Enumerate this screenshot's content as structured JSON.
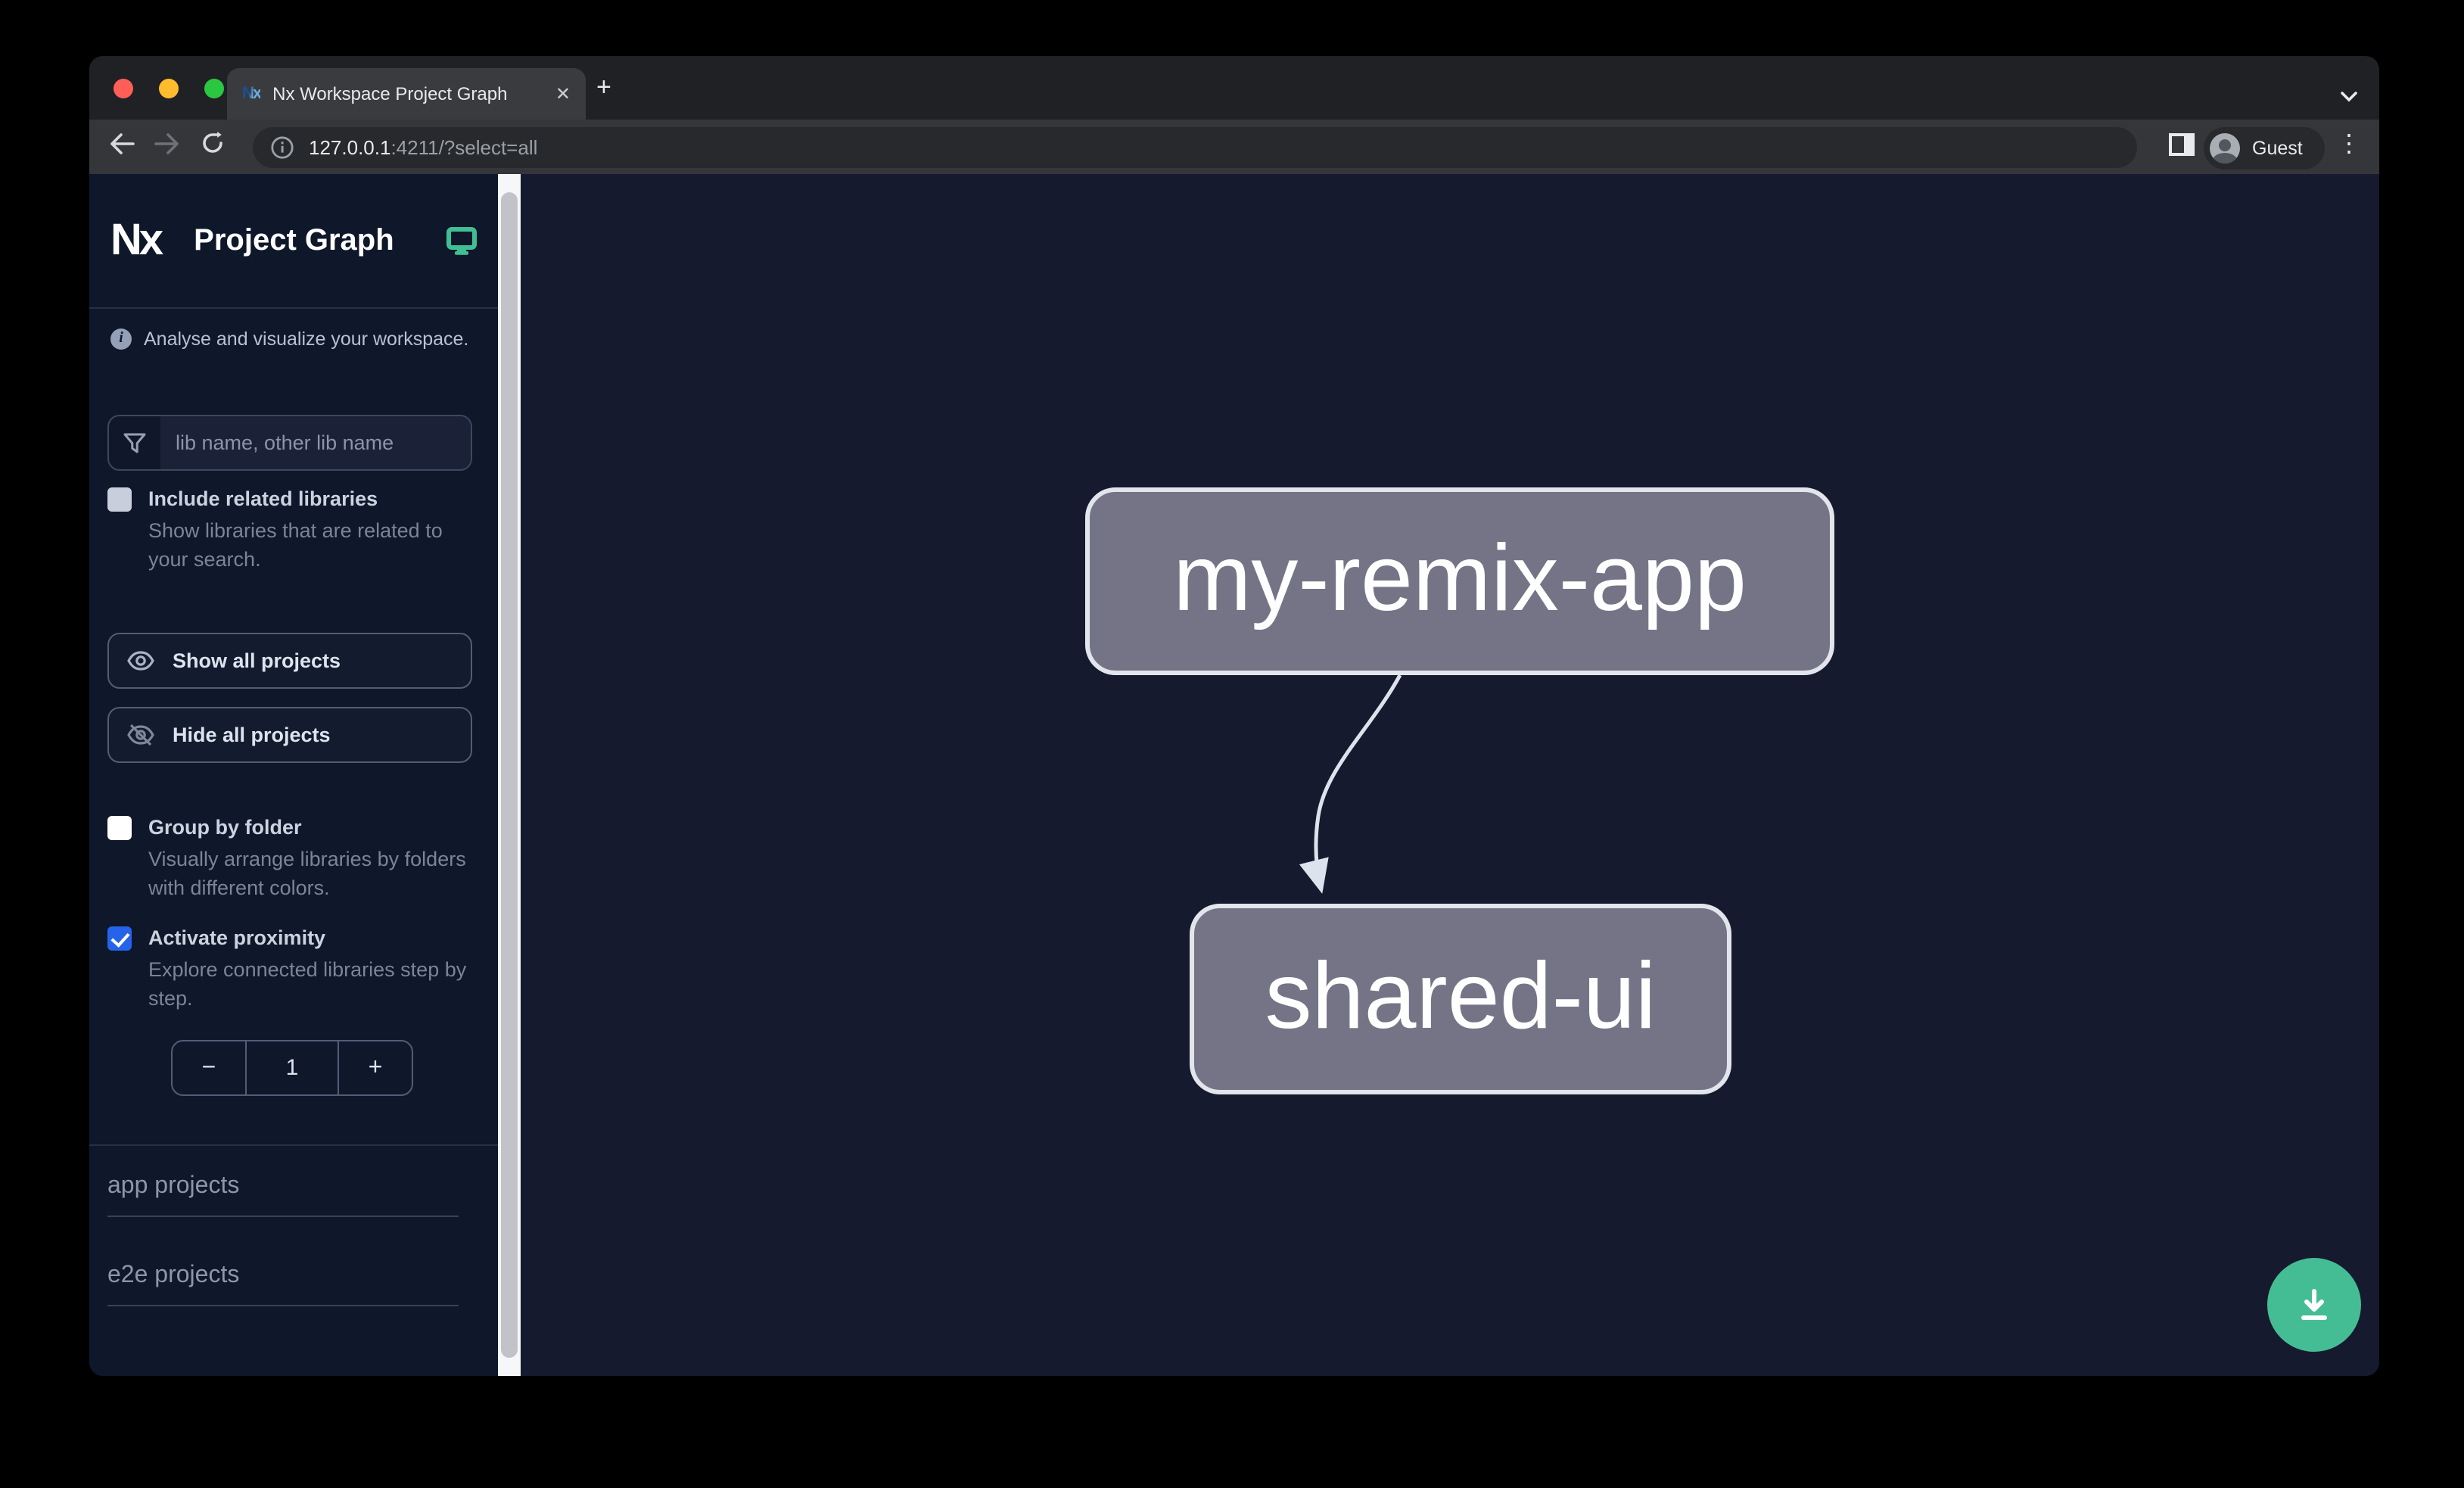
{
  "browser": {
    "tab_title": "Nx Workspace Project Graph",
    "close_glyph": "✕",
    "new_tab_glyph": "+",
    "menu_glyph": "⋮",
    "url_host": "127.0.0.1",
    "url_rest": ":4211/?select=all",
    "profile_label": "Guest"
  },
  "sidebar": {
    "title": "Project Graph",
    "tagline": "Analyse and visualize your workspace.",
    "filter_placeholder": "lib name, other lib name",
    "include_related": {
      "label": "Include related libraries",
      "description": "Show libraries that are related to your search.",
      "checked": false
    },
    "show_all_label": "Show all projects",
    "hide_all_label": "Hide all projects",
    "group_by_folder": {
      "label": "Group by folder",
      "description": "Visually arrange libraries by folders with different colors.",
      "checked": false
    },
    "activate_proximity": {
      "label": "Activate proximity",
      "description": "Explore connected libraries step by step.",
      "checked": true
    },
    "stepper": {
      "decrement": "−",
      "value": "1",
      "increment": "+"
    },
    "sections": [
      {
        "label": "app projects"
      },
      {
        "label": "e2e projects"
      }
    ]
  },
  "graph": {
    "nodes": [
      {
        "label": "my-remix-app"
      },
      {
        "label": "shared-ui"
      }
    ],
    "edges": [
      {
        "source": "my-remix-app",
        "target": "shared-ui"
      }
    ]
  },
  "colors": {
    "sidebar_bg": "#0f172a",
    "canvas_bg": "#161a2e",
    "node_fill": "#757487",
    "node_border": "#e3e5ec",
    "edge": "#dde3ec",
    "fab_green": "#45bd94",
    "checkbox_checked_blue": "#2563eb",
    "nx_monitor_green": "#40bf95"
  }
}
